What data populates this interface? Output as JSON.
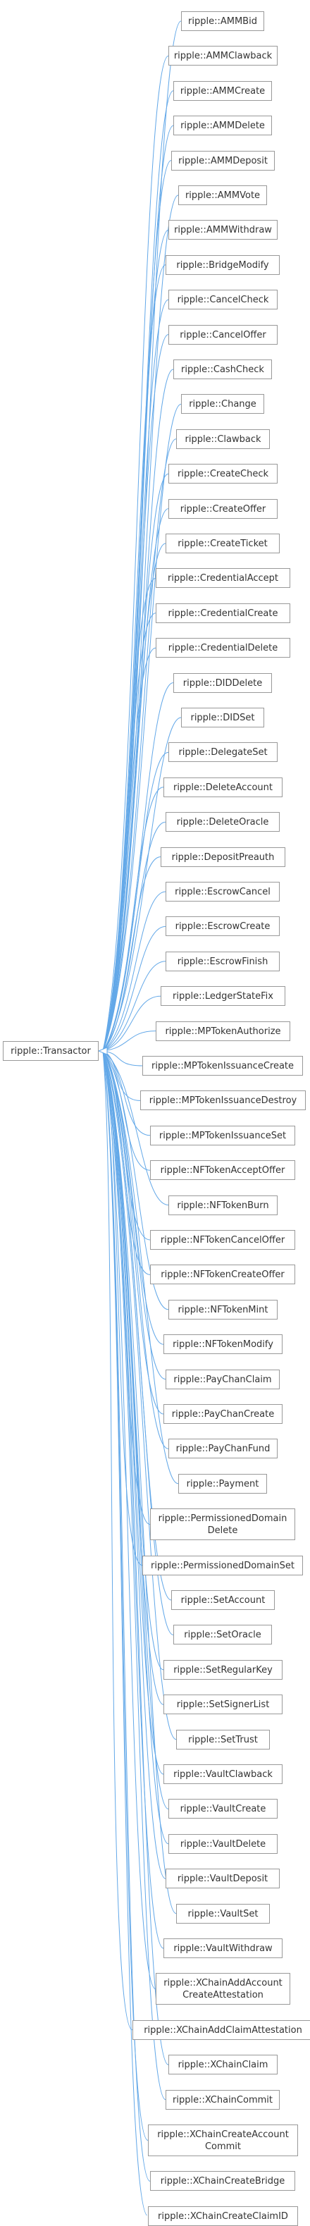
{
  "diagram": {
    "edge_color": "#63a8e8",
    "root": "ripple::Transactor",
    "children": [
      "ripple::AMMBid",
      "ripple::AMMClawback",
      "ripple::AMMCreate",
      "ripple::AMMDelete",
      "ripple::AMMDeposit",
      "ripple::AMMVote",
      "ripple::AMMWithdraw",
      "ripple::BridgeModify",
      "ripple::CancelCheck",
      "ripple::CancelOffer",
      "ripple::CashCheck",
      "ripple::Change",
      "ripple::Clawback",
      "ripple::CreateCheck",
      "ripple::CreateOffer",
      "ripple::CreateTicket",
      "ripple::CredentialAccept",
      "ripple::CredentialCreate",
      "ripple::CredentialDelete",
      "ripple::DIDDelete",
      "ripple::DIDSet",
      "ripple::DelegateSet",
      "ripple::DeleteAccount",
      "ripple::DeleteOracle",
      "ripple::DepositPreauth",
      "ripple::EscrowCancel",
      "ripple::EscrowCreate",
      "ripple::EscrowFinish",
      "ripple::LedgerStateFix",
      "ripple::MPTokenAuthorize",
      "ripple::MPTokenIssuanceCreate",
      "ripple::MPTokenIssuanceDestroy",
      "ripple::MPTokenIssuanceSet",
      "ripple::NFTokenAcceptOffer",
      "ripple::NFTokenBurn",
      "ripple::NFTokenCancelOffer",
      "ripple::NFTokenCreateOffer",
      "ripple::NFTokenMint",
      "ripple::NFTokenModify",
      "ripple::PayChanClaim",
      "ripple::PayChanCreate",
      "ripple::PayChanFund",
      "ripple::Payment",
      "ripple::PermissionedDomain\nDelete",
      "ripple::PermissionedDomainSet",
      "ripple::SetAccount",
      "ripple::SetOracle",
      "ripple::SetRegularKey",
      "ripple::SetSignerList",
      "ripple::SetTrust",
      "ripple::VaultClawback",
      "ripple::VaultCreate",
      "ripple::VaultDelete",
      "ripple::VaultDeposit",
      "ripple::VaultSet",
      "ripple::VaultWithdraw",
      "ripple::XChainAddAccount\nCreateAttestation",
      "ripple::XChainAddClaimAttestation",
      "ripple::XChainClaim",
      "ripple::XChainCommit",
      "ripple::XChainCreateAccount\nCommit",
      "ripple::XChainCreateBridge",
      "ripple::XChainCreateClaimID"
    ]
  }
}
